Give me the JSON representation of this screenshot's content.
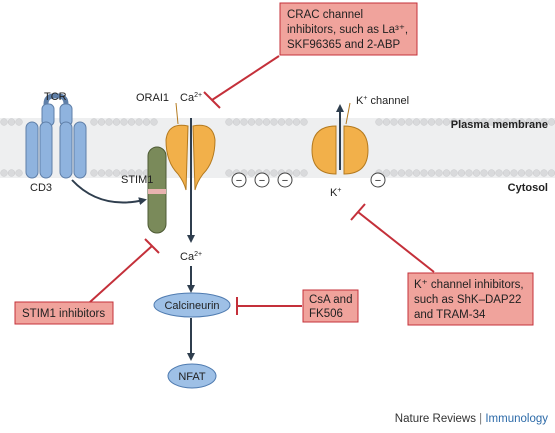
{
  "labels": {
    "tcr": "TCR",
    "cd3": "CD3",
    "orai1": "ORAI1",
    "ca_top": "Ca",
    "ca_top_sup": "2+",
    "stim1": "STIM1",
    "k_channel_prefix": "K",
    "k_channel_sup": "+",
    "k_channel_suffix": " channel",
    "plasma_membrane": "Plasma membrane",
    "cytosol": "Cytosol",
    "k_ion": "K",
    "k_ion_sup": "+",
    "ca_mid": "Ca",
    "ca_mid_sup": "2+",
    "calcineurin": "Calcineurin",
    "nfat": "NFAT",
    "minus": "−"
  },
  "boxes": {
    "crac": [
      "CRAC channel",
      "inhibitors, such as La³⁺,",
      "SKF96365 and 2-ABP"
    ],
    "stim1_inhibitors": [
      "STIM1 inhibitors"
    ],
    "csa": [
      "CsA and",
      "FK506"
    ],
    "k_inhibitors": [
      "K⁺ channel inhibitors,",
      "such as ShK–DAP22",
      "and TRAM-34"
    ]
  },
  "footer": {
    "journal": "Nature Reviews",
    "separator": " | ",
    "section": "Immunology"
  },
  "colors": {
    "membrane_head": "#d9dadc",
    "channel_orange": "#f2b04a",
    "receptor_blue": "#8fb3de",
    "stim_green": "#7a8a5a",
    "enzyme_blue": "#9ec0e6",
    "inhibitor_box": "#f0a39c",
    "inhibitor_red": "#c4303a",
    "arrow_dark": "#2f3e4e"
  }
}
